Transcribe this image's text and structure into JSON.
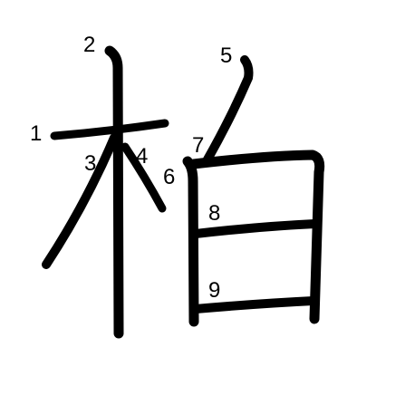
{
  "figure": {
    "character": "柏",
    "stroke_count": 9,
    "stroke_color": "#000000",
    "background": "#ffffff",
    "stroke_numbers": [
      "1",
      "2",
      "3",
      "4",
      "5",
      "6",
      "7",
      "8",
      "9"
    ]
  }
}
